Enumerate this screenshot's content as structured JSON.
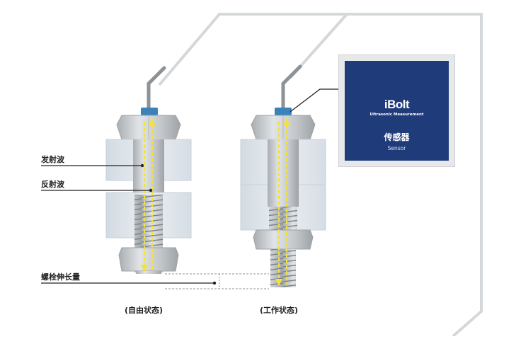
{
  "labels": {
    "transmitted_wave": "发射波",
    "reflected_wave": "反射波",
    "bolt_elongation": "螺栓伸长量"
  },
  "captions": {
    "free_state": "(自由状态)",
    "working_state": "(工作状态)"
  },
  "sensor": {
    "logo": "iBolt",
    "logo_subtitle": "Ultrasonic Measurement",
    "title": "传感器",
    "subtitle": "Sensor"
  },
  "colors": {
    "sensor_panel": "#1f3b7a",
    "wave_arrow": "#f2e23a",
    "sensor_cap": "#3b82b8",
    "bolt_metal": "#c6cacd",
    "plate": "#dfe6ec"
  }
}
